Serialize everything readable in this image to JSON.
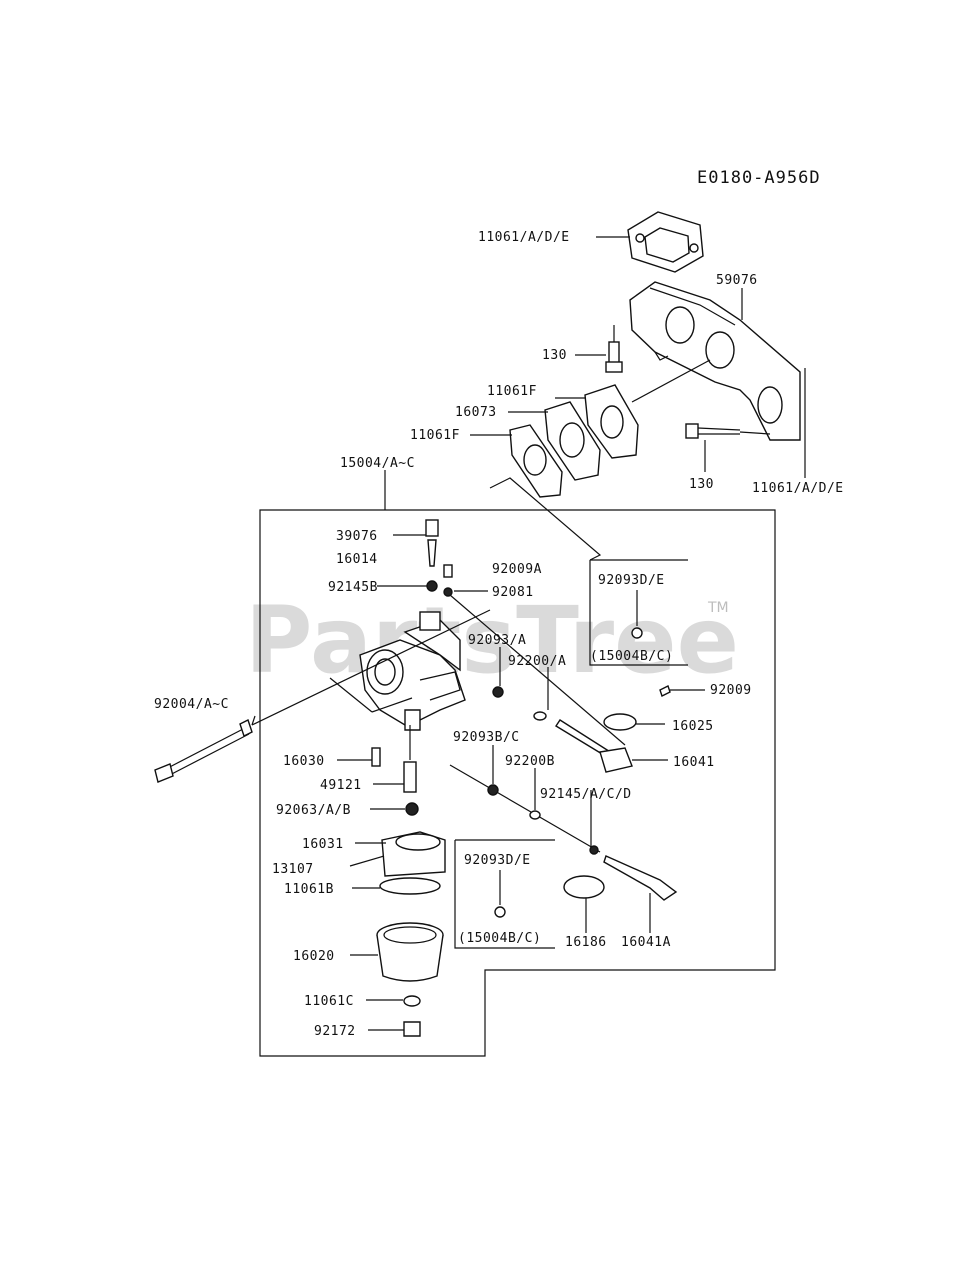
{
  "diagram_code": "E0180-A956D",
  "watermark": {
    "text": "PartsTree",
    "tm": "TM"
  },
  "parts": {
    "p11061ADE_top": "11061/A/D/E",
    "p59076": "59076",
    "p130_a": "130",
    "p11061F_a": "11061F",
    "p16073": "16073",
    "p11061F_b": "11061F",
    "p130_b": "130",
    "p11061ADE_side": "11061/A/D/E",
    "p15004": "15004/A~C",
    "p39076": "39076",
    "p16014": "16014",
    "p92009A": "92009A",
    "p92145B": "92145B",
    "p92081": "92081",
    "p92093A": "92093/A",
    "p92200A": "92200/A",
    "p92009": "92009",
    "p16025": "16025",
    "p16041": "16041",
    "p92004": "92004/A~C",
    "p16030": "16030",
    "p49121": "49121",
    "p92063": "92063/A/B",
    "p92093BC": "92093B/C",
    "p92200B": "92200B",
    "p92145ACD": "92145/A/C/D",
    "p16031": "16031",
    "p13107": "13107",
    "p11061B": "11061B",
    "p16020": "16020",
    "p11061C": "11061C",
    "p92172": "92172",
    "p16186": "16186",
    "p16041A": "16041A"
  },
  "insets": {
    "upper": {
      "part": "92093D/E",
      "note": "(15004B/C)"
    },
    "lower": {
      "part": "92093D/E",
      "note": "(15004B/C)"
    }
  }
}
